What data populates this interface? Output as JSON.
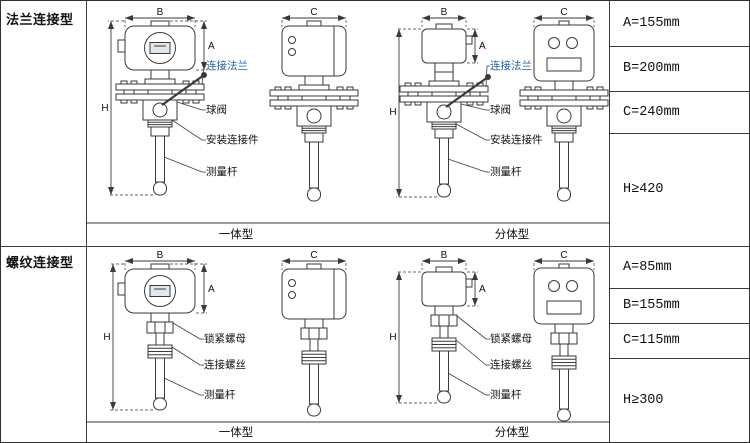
{
  "colors": {
    "line": "#3a3a3a",
    "ink": "#111111",
    "accent": "#1f5fa8"
  },
  "rows": [
    {
      "type_label": "法兰连接型",
      "dims": {
        "a": "A",
        "b": "B",
        "c": "C",
        "h": "H"
      },
      "callouts": [
        "连接法兰",
        "球阀",
        "安装连接件",
        "测量杆"
      ],
      "captions": {
        "integrated": "一体型",
        "split": "分体型"
      },
      "specs": [
        "A=155mm",
        "B=200mm",
        "C=240mm",
        "H≥420"
      ]
    },
    {
      "type_label": "螺纹连接型",
      "dims": {
        "a": "A",
        "b": "B",
        "c": "C",
        "h": "H"
      },
      "callouts": [
        "锁紧螺母",
        "连接螺丝",
        "测量杆"
      ],
      "captions": {
        "integrated": "一体型",
        "split": "分体型"
      },
      "specs": [
        "A=85mm",
        "B=155mm",
        "C=115mm",
        "H≥300"
      ]
    }
  ]
}
